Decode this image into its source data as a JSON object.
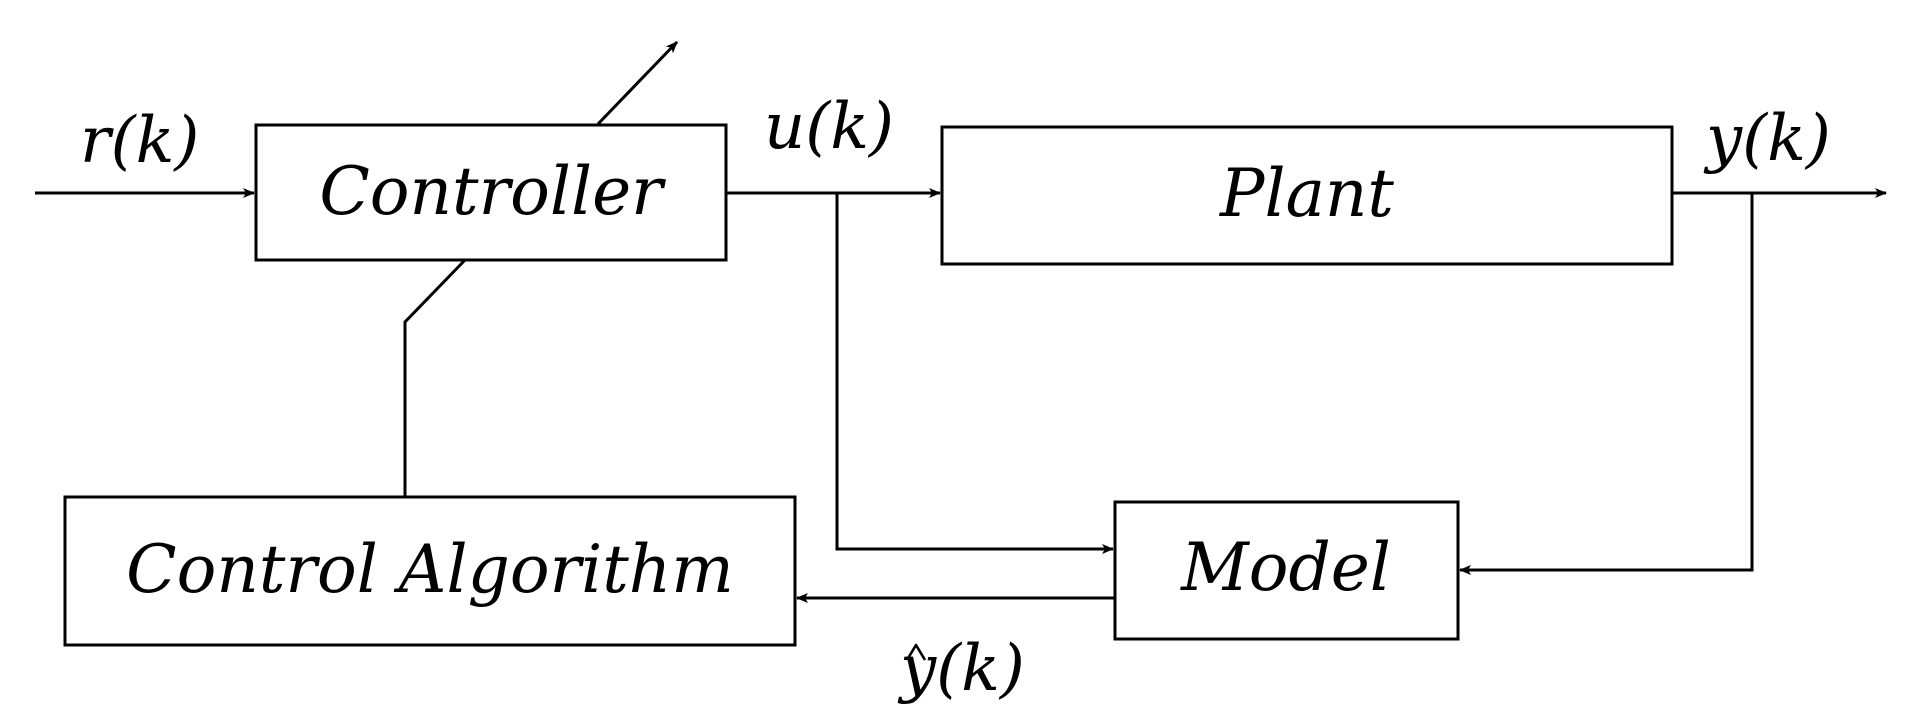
{
  "blocks": {
    "controller": "Controller",
    "plant": "Plant",
    "model": "Model",
    "control_algorithm": "Control Algorithm"
  },
  "signals": {
    "reference": "r(k)",
    "control_input": "u(k)",
    "output": "y(k)",
    "model_output": "y(k)"
  }
}
